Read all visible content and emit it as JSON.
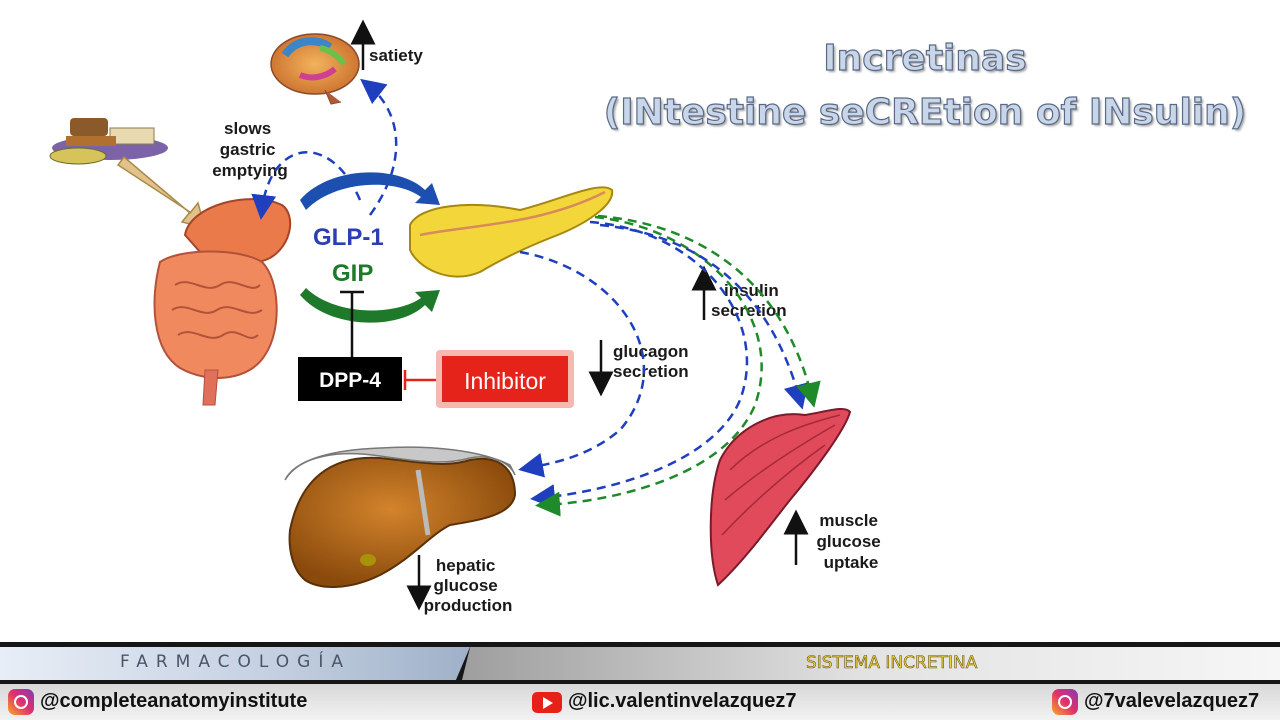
{
  "title": {
    "line1": "Incretinas",
    "line2": "(INtestine seCREtion of INsulin)"
  },
  "diagram": {
    "satiety": "satiety",
    "slows_gastric": [
      "slows",
      "gastric",
      "emptying"
    ],
    "glp1": "GLP-1",
    "gip": "GIP",
    "dpp4": "DPP-4",
    "inhibitor": "Inhibitor",
    "glucagon": [
      "glucagon",
      "secretion"
    ],
    "insulin": [
      "insulin",
      "secretion"
    ],
    "muscle": [
      "muscle",
      "glucose",
      "uptake"
    ],
    "hepatic": [
      "hepatic",
      "glucose",
      "production"
    ]
  },
  "colors": {
    "blue_arrow": "#1f3fbf",
    "green_arrow": "#1e8a2a",
    "glp1_text": "#2b3fb3",
    "gip_text": "#1e7a2a",
    "inhibitor_bg": "#e5231b"
  },
  "footer": {
    "left": "FARMACOLOGÍA",
    "right": "SISTEMA INCRETINA"
  },
  "social": {
    "instagram1": "@completeanatomyinstitute",
    "youtube": "@lic.valentinvelazquez7",
    "instagram2": "@7valevelazquez7"
  }
}
